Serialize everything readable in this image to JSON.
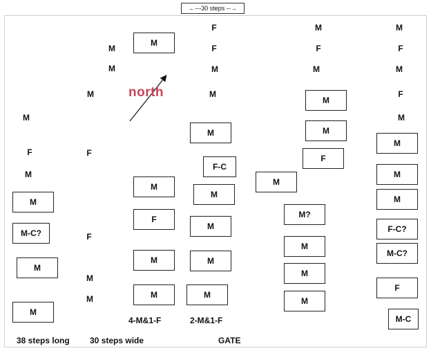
{
  "scale_label": "←---30 steps --→",
  "north_label": "north",
  "captions": {
    "length": "38 steps long",
    "width": "30 steps wide",
    "group_a": "4-M&1-F",
    "group_b": "2-M&1-F",
    "gate": "GATE"
  },
  "col1_loose": [
    "M",
    "F",
    "M"
  ],
  "col1_boxes": [
    "M",
    "M-C?",
    "M",
    "M"
  ],
  "col2_loose": [
    "M",
    "M",
    "M",
    "F",
    "F",
    "M",
    "M"
  ],
  "col3_boxes": [
    "M",
    "M",
    "F",
    "M",
    "M"
  ],
  "col4_loose": [
    "F",
    "F",
    "M",
    "M"
  ],
  "col4_boxes": [
    "M",
    "F-C",
    "M",
    "M",
    "M",
    "M"
  ],
  "col5_loose": [
    "M",
    "F",
    "M"
  ],
  "col5_boxes": [
    "M",
    "M",
    "F",
    "M",
    "M?",
    "M",
    "M",
    "M"
  ],
  "col6_loose": [
    "M",
    "F",
    "M",
    "F",
    "M"
  ],
  "col6_boxes": [
    "M",
    "M",
    "M",
    "F-C?",
    "M-C?",
    "F",
    "M-C"
  ]
}
